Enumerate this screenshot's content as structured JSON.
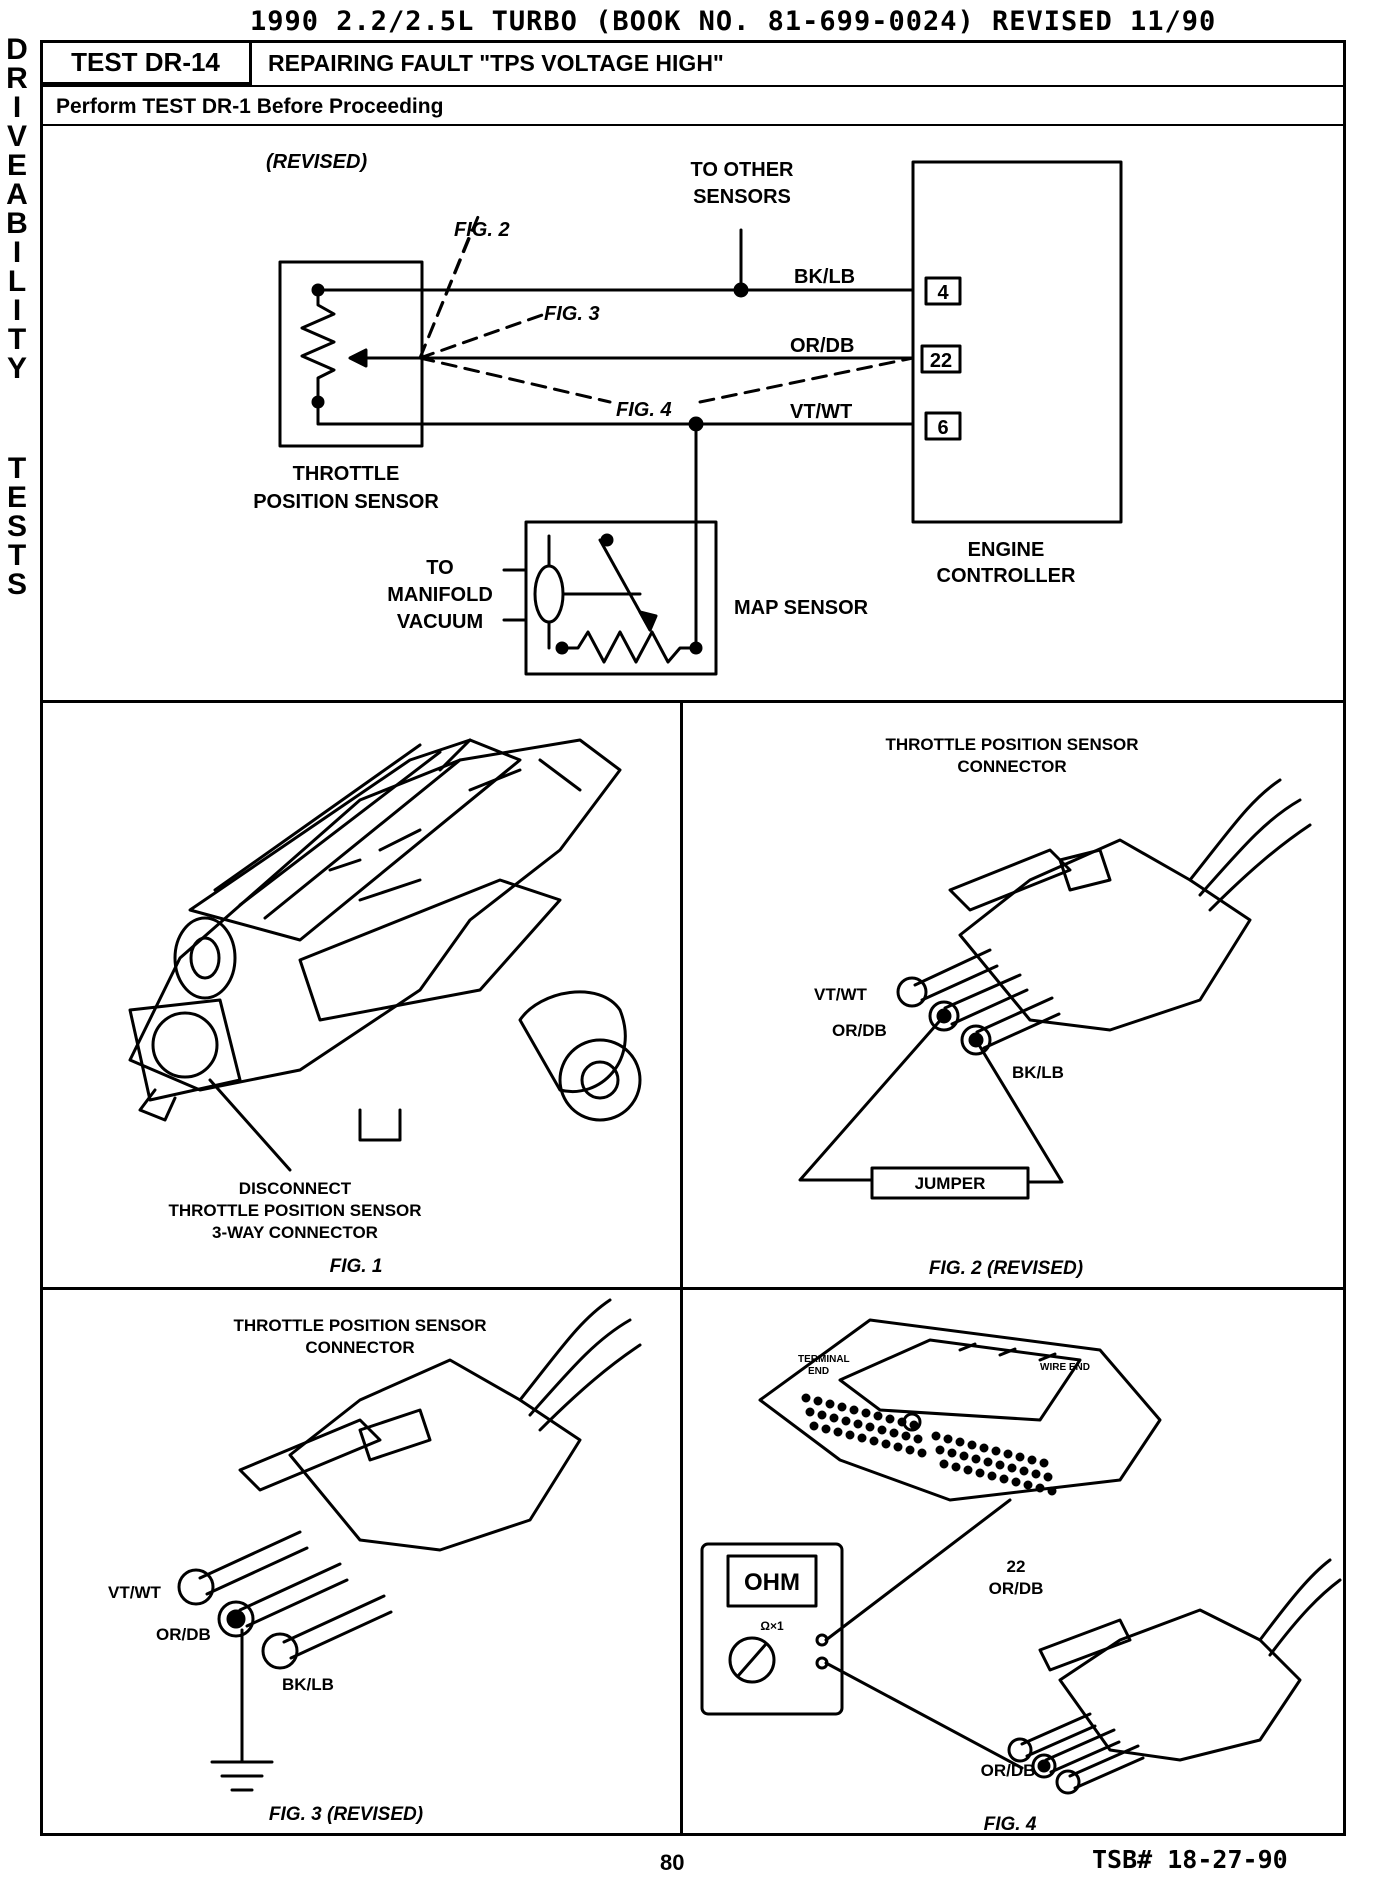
{
  "header": {
    "line": "1990 2.2/2.5L TURBO (BOOK NO. 81-699-0024) REVISED 11/90"
  },
  "side_label": {
    "letters": [
      "D",
      "R",
      "I",
      "V",
      "E",
      "A",
      "B",
      "I",
      "L",
      "I",
      "T",
      "Y",
      "",
      "T",
      "E",
      "S",
      "T",
      "S"
    ]
  },
  "test": {
    "id": "TEST DR-14",
    "title": "REPAIRING FAULT \"TPS VOLTAGE HIGH\"",
    "precondition": "Perform TEST DR-1 Before Proceeding"
  },
  "schematic": {
    "revised": "(REVISED)",
    "to_other_sensors": [
      "TO OTHER",
      "SENSORS"
    ],
    "fig2_ref": "FIG. 2",
    "fig3_ref": "FIG. 3",
    "fig4_ref": "FIG. 4",
    "wires": [
      "BK/LB",
      "OR/DB",
      "VT/WT"
    ],
    "pins": [
      "4",
      "22",
      "6"
    ],
    "tps_label": [
      "THROTTLE",
      "POSITION SENSOR"
    ],
    "controller_label": [
      "ENGINE",
      "CONTROLLER"
    ],
    "vacuum_label": [
      "TO",
      "MANIFOLD",
      "VACUUM"
    ],
    "map_label": "MAP SENSOR"
  },
  "fig1": {
    "caption": "FIG. 1",
    "callout": [
      "DISCONNECT",
      "THROTTLE POSITION SENSOR",
      "3-WAY CONNECTOR"
    ]
  },
  "fig2": {
    "caption": "FIG. 2 (REVISED)",
    "title": [
      "THROTTLE POSITION SENSOR",
      "CONNECTOR"
    ],
    "wires": [
      "VT/WT",
      "OR/DB",
      "BK/LB"
    ],
    "jumper": "JUMPER"
  },
  "fig3": {
    "caption": "FIG. 3 (REVISED)",
    "title": [
      "THROTTLE POSITION SENSOR",
      "CONNECTOR"
    ],
    "wires": [
      "VT/WT",
      "OR/DB",
      "BK/LB"
    ]
  },
  "fig4": {
    "caption": "FIG. 4",
    "terminal_end": [
      "TERMINAL",
      "END"
    ],
    "wire_end": "WIRE END",
    "pin": [
      "22",
      "OR/DB"
    ],
    "meter": "OHM",
    "range": "Ω×1",
    "wire": "OR/DB"
  },
  "footer": {
    "page": "80",
    "tsb": "TSB# 18-27-90"
  }
}
